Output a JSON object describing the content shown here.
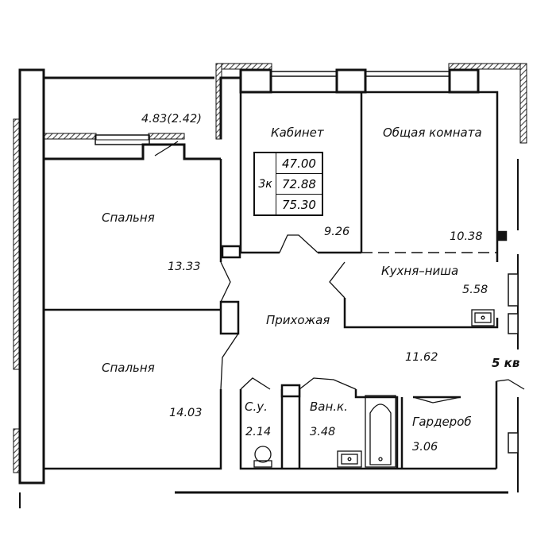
{
  "rooms": {
    "bedroom_upper": {
      "name": "Спальня",
      "area": "13.33"
    },
    "bedroom_lower": {
      "name": "Спальня",
      "area": "14.03"
    },
    "study": {
      "name": "Кабинет",
      "area": "9.26"
    },
    "living": {
      "name": "Общая комната",
      "area": "10.38"
    },
    "kitchen": {
      "name": "Кухня–ниша",
      "area": "5.58"
    },
    "hall": {
      "name": "Прихожая",
      "area": "11.62"
    },
    "wc": {
      "name": "С.у.",
      "area": "2.14"
    },
    "bath": {
      "name": "Ван.к.",
      "area": "3.48"
    },
    "wardrobe": {
      "name": "Гардероб",
      "area": "3.06"
    }
  },
  "balcony": {
    "area": "4.83(2.42)"
  },
  "summary": {
    "type": "3к",
    "living_area": "47.00",
    "total_area": "72.88",
    "total_with_balcony": "75.30"
  },
  "section_label": "5 кв",
  "colors": {
    "wall": "#111111",
    "hatch": "#555555",
    "background": "#ffffff"
  }
}
